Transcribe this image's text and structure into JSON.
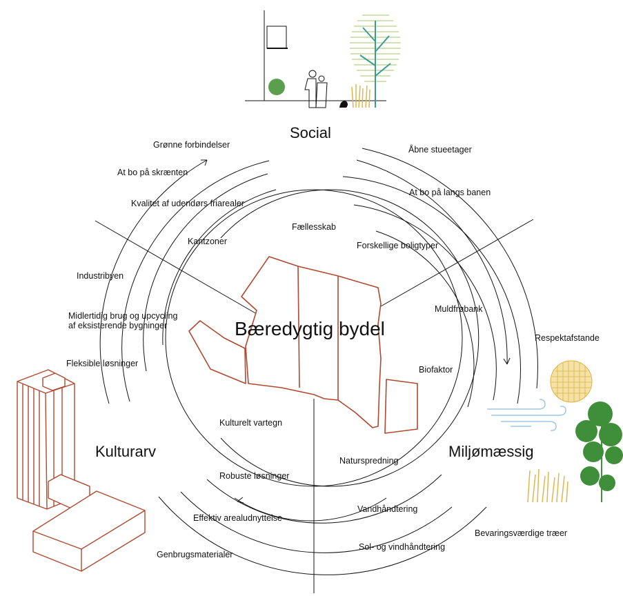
{
  "center_title": "Bæredygtig bydel",
  "pillars": {
    "social": "Social",
    "culture": "Kulturarv",
    "environment": "Miljømæssig"
  },
  "labels": {
    "gronne_forbindelser": "Grønne forbindelser",
    "at_bo_skraenten": "At bo på skrænten",
    "kvalitet_udendors": "Kvalitet af udendørs friarealer",
    "kantzoner": "Kantzoner",
    "faellesskab": "Fællesskab",
    "abne_stueetager": "Åbne stueetager",
    "at_bo_banen": "At bo på langs banen",
    "forskellige_boligtyper": "Forskellige boligtyper",
    "muldfrobank": "Muldfrøbank",
    "respektafstande": "Respektafstande",
    "biofaktor": "Biofaktor",
    "industribyen": "Industribyen",
    "midlertidig_1": "Midlertidig brug og upcycling",
    "midlertidig_2": "af eksisterende bygninger",
    "fleksible": "Fleksible løsninger",
    "kulturelt_vartegn": "Kulturelt vartegn",
    "robuste": "Robuste løsninger",
    "effektiv": "Effektiv arealudnyttelse",
    "genbrug": "Genbrugsmaterialer",
    "naturspredning": "Naturspredning",
    "vandhandtering": "Vandhåndtering",
    "sol_vind": "Sol- og vindhåndtering",
    "bevaring": "Bevaringsværdige træer"
  },
  "colors": {
    "line": "#111111",
    "brick": "#b0482e",
    "tree_green": "#3f8f3a",
    "teal": "#3a9a94",
    "grass": "#e4b54a",
    "sun": "#e1b13c",
    "wind": "#9fc7e6"
  }
}
